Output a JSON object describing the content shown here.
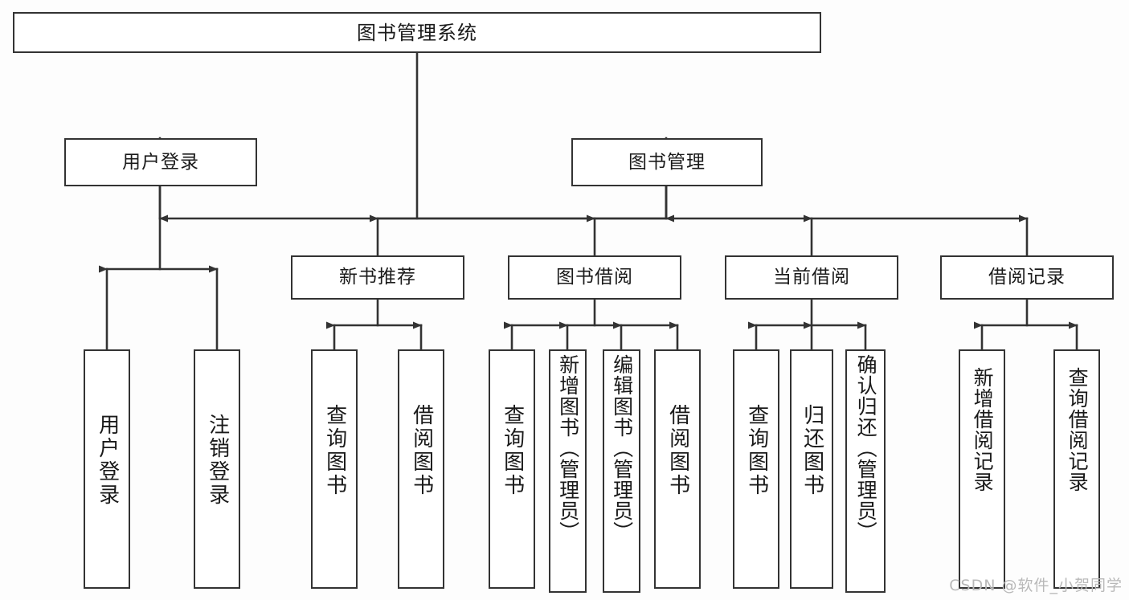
{
  "diagram": {
    "title": "图书管理系统",
    "type": "tree",
    "orientation": "top-down",
    "stroke_color": "#333333",
    "fill_color": "#ffffff",
    "background_color": "#fdfdfd",
    "text_color": "#1a1a1a"
  },
  "nodes": {
    "root": {
      "label": "图书管理系统",
      "level": 1
    },
    "level2": [
      {
        "id": "user-login",
        "label": "用户登录",
        "level": 2
      },
      {
        "id": "book-manage",
        "label": "图书管理",
        "level": 2
      }
    ],
    "level3": [
      {
        "id": "new-book-rec",
        "label": "新书推荐",
        "level": 3,
        "parent": "book-manage"
      },
      {
        "id": "book-borrow",
        "label": "图书借阅",
        "level": 3,
        "parent": "book-manage"
      },
      {
        "id": "current-borrow",
        "label": "当前借阅",
        "level": 3,
        "parent": "book-manage"
      },
      {
        "id": "borrow-record",
        "label": "借阅记录",
        "level": 3,
        "parent": "book-manage"
      }
    ],
    "leaves": [
      {
        "id": "leaf-user-login",
        "label": "用户登录",
        "parent": "user-login"
      },
      {
        "id": "leaf-logout",
        "label": "注销登录",
        "parent": "user-login"
      },
      {
        "id": "leaf-query-book-1",
        "label": "查询图书",
        "parent": "new-book-rec"
      },
      {
        "id": "leaf-borrow-book-1",
        "label": "借阅图书",
        "parent": "new-book-rec"
      },
      {
        "id": "leaf-query-book-2",
        "label": "查询图书",
        "parent": "book-borrow"
      },
      {
        "id": "leaf-add-book",
        "label": "新增图书（管理员）",
        "parent": "book-borrow"
      },
      {
        "id": "leaf-edit-book",
        "label": "编辑图书（管理员）",
        "parent": "book-borrow"
      },
      {
        "id": "leaf-borrow-book-2",
        "label": "借阅图书",
        "parent": "book-borrow"
      },
      {
        "id": "leaf-query-book-3",
        "label": "查询图书",
        "parent": "current-borrow"
      },
      {
        "id": "leaf-return-book",
        "label": "归还图书",
        "parent": "current-borrow"
      },
      {
        "id": "leaf-confirm-return",
        "label": "确认归还（管理员）",
        "parent": "current-borrow"
      },
      {
        "id": "leaf-add-record",
        "label": "新增借阅记录",
        "parent": "borrow-record"
      },
      {
        "id": "leaf-query-record",
        "label": "查询借阅记录",
        "parent": "borrow-record"
      }
    ]
  },
  "watermark": {
    "text": "CSDN @软件_小贺同学"
  }
}
